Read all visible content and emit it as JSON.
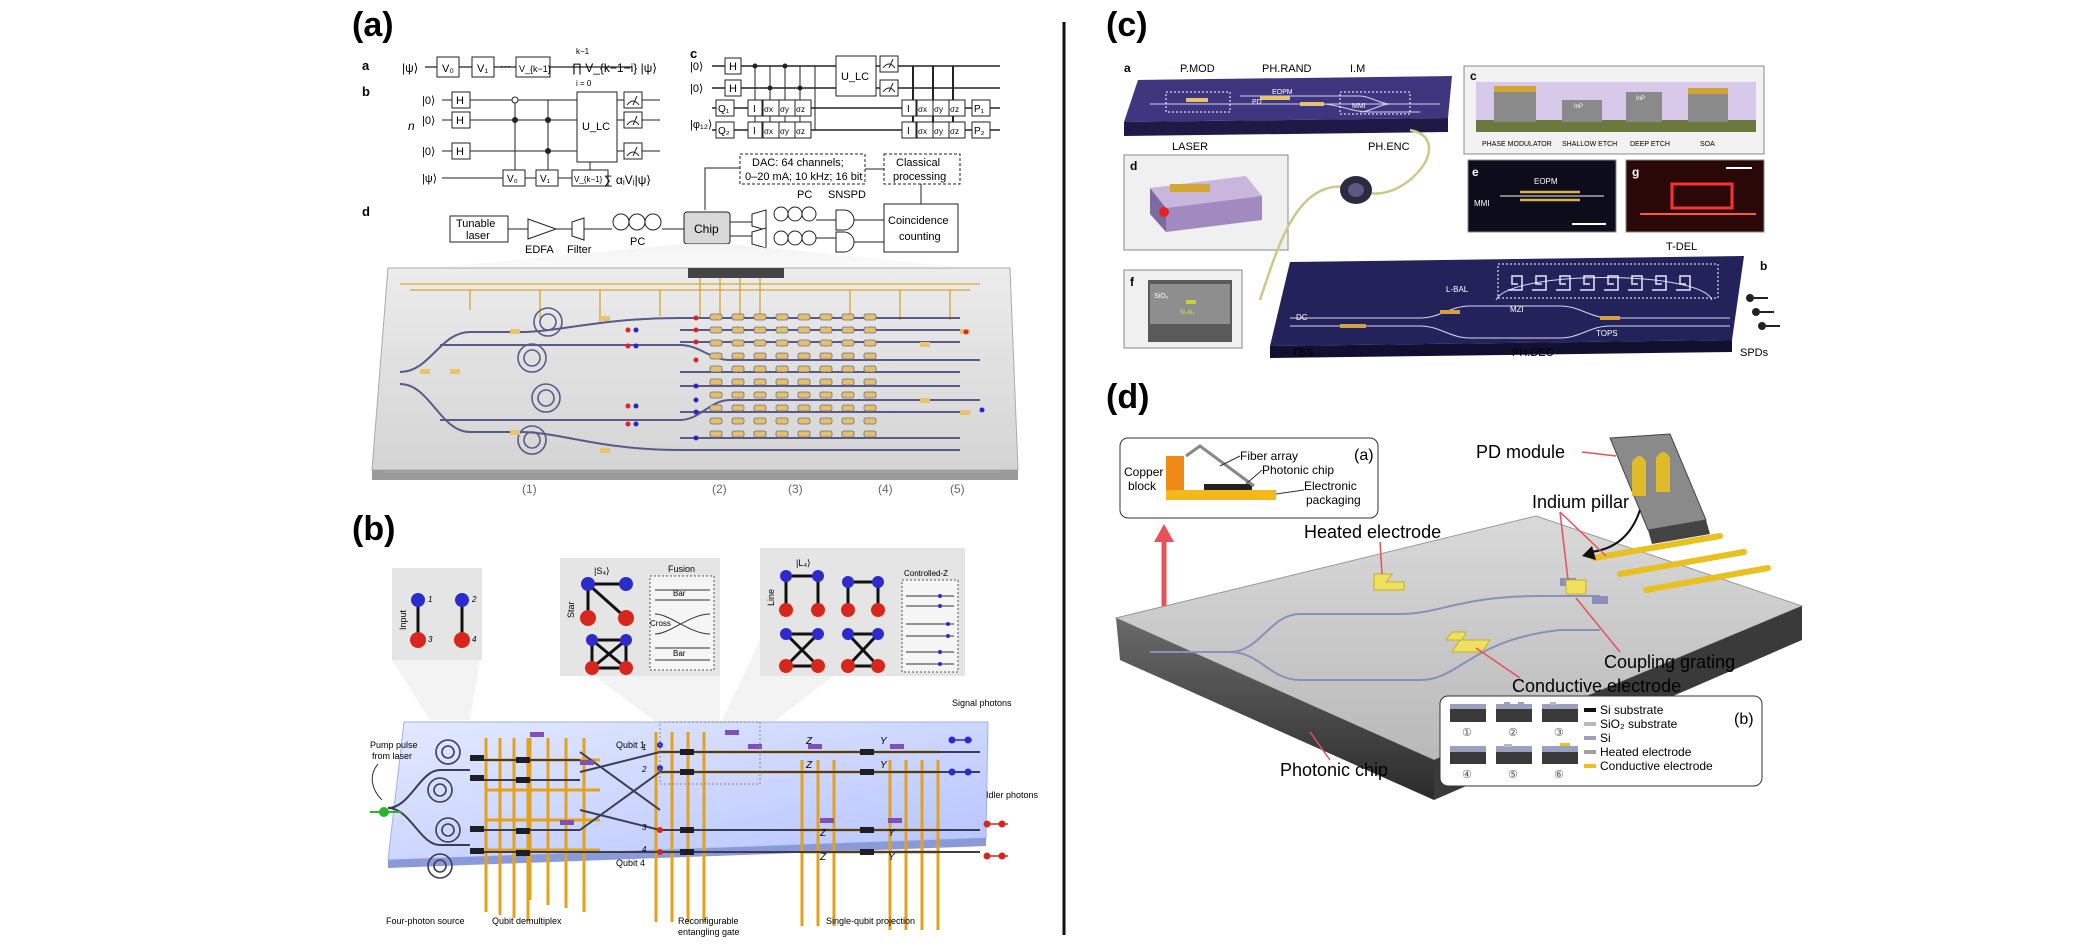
{
  "colors": {
    "gold": "#e2b23a",
    "chip_purple": "#3a3478",
    "chip_navy": "#1f1d4e",
    "waveguide": "#55557a",
    "red": "#d22a1e",
    "blue": "#2b2bd0",
    "pink_arrow": "#e8505a",
    "plate_gray": "#c8c8c8",
    "b_gold": "#e8a21a",
    "b_plate": "#cfd8ff"
  },
  "panel_a": {
    "label": "(a)",
    "sub_a": "a",
    "sub_b": "b",
    "sub_c": "c",
    "sub_d": "d",
    "psi": "|ψ⟩",
    "psi12": "|φ₁₂⟩",
    "ket0": "|0⟩",
    "n": "n",
    "gates_a": [
      "V₀",
      "V₁",
      "⋯",
      "V_{k−1}"
    ],
    "prod_text": "∏ V_{k−1−i} |ψ⟩",
    "prod_top": "k−1",
    "prod_bot": "i = 0",
    "sum_text": "∑ αᵢVᵢ|ψ⟩",
    "H": "H",
    "I": "I",
    "ULC": "U_LC",
    "Q1": "Q₁",
    "Q2": "Q₂",
    "P1": "P₁",
    "P2": "P₂",
    "sig_x": "σx",
    "sig_y": "σy",
    "sig_z": "σz",
    "dac": "DAC: 64 channels;",
    "dac2": "0–20 mA; 10 kHz; 16 bit",
    "classical": "Classical",
    "processing": "processing",
    "tunable": "Tunable",
    "laser": "laser",
    "edfa": "EDFA",
    "filter": "Filter",
    "pc": "PC",
    "chip": "Chip",
    "snspd": "SNSPD",
    "coincidence": "Coincidence",
    "counting": "counting",
    "sections": [
      "(1)",
      "(2)",
      "(3)",
      "(4)",
      "(5)"
    ]
  },
  "panel_b": {
    "label": "(b)",
    "input": "Input",
    "star": "Star",
    "s4": "|S₄⟩",
    "fusion": "Fusion",
    "bar": "Bar",
    "cross": "Cross",
    "line": "Line",
    "l4": "|L₄⟩",
    "cz": "Controlled-Z",
    "signal": "Signal photons",
    "idler": "Idler photons",
    "pump1": "Pump pulse",
    "pump2": "from laser",
    "qubit1": "Qubit 1",
    "qubit4": "Qubit 4",
    "four_photon": "Four-photon source",
    "demux": "Qubit demultiplex",
    "reconf1": "Reconfigurable",
    "reconf2": "entangling gate",
    "projection": "Single-qubit projection",
    "n1": "1",
    "n2": "2",
    "n3": "3",
    "n4": "4",
    "Z": "Z",
    "Y": "Y"
  },
  "panel_c": {
    "label": "(c)",
    "sub_a": "a",
    "sub_b": "b",
    "sub_c": "c",
    "sub_d": "d",
    "sub_e": "e",
    "sub_f": "f",
    "sub_g": "g",
    "pmod": "P.MOD",
    "phrand": "PH.RAND",
    "im": "I.M",
    "laser": "LASER",
    "phenc": "PH.ENC",
    "pd": "PD",
    "eopm": "EOPM",
    "mmi": "MMI",
    "phase_mod": "PHASE MODULATOR",
    "shallow": "SHALLOW ETCH",
    "deep": "DEEP ETCH",
    "soa": "SOA",
    "inp": "InP",
    "tdel": "T-DEL",
    "lbal": "L-BAL",
    "mzi": "MZI",
    "tops": "TOPS",
    "dc": "DC",
    "tbs": "TBS",
    "phdec": "PH.DEC",
    "spds": "SPDs",
    "sio2": "SiO₂",
    "si3n4": "Si₃N₄"
  },
  "panel_d": {
    "label": "(d)",
    "inset_a": "(a)",
    "inset_b": "(b)",
    "fiber_array": "Fiber array",
    "photonic_chip_small": "Photonic chip",
    "copper1": "Copper",
    "copper2": "block",
    "electronic1": "Electronic",
    "electronic2": "packaging",
    "pd_module": "PD module",
    "indium": "Indium pillar",
    "heated": "Heated electrode",
    "coupling": "Coupling grating",
    "conductive": "Conductive electrode",
    "photonic_chip": "Photonic chip",
    "legend": [
      "Si substrate",
      "SiO₂ substrate",
      "Si",
      "Heated electrode",
      "Conductive electrode"
    ],
    "steps": [
      "①",
      "②",
      "③",
      "④",
      "⑤",
      "⑥"
    ]
  }
}
